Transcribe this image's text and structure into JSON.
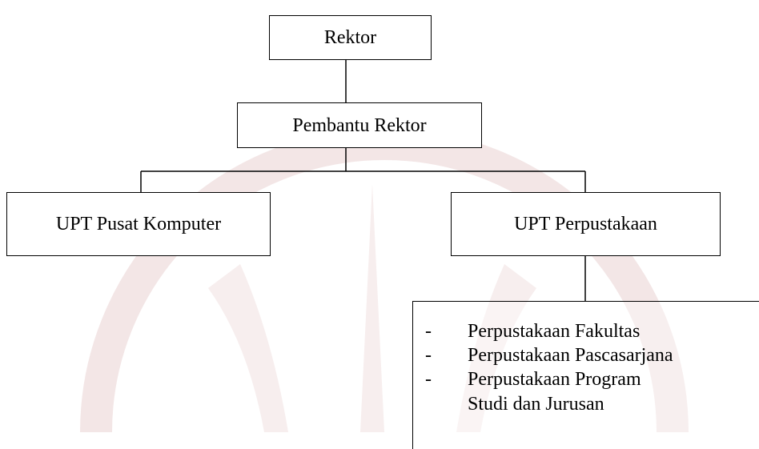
{
  "diagram": {
    "nodes": {
      "rektor": "Rektor",
      "pembantu_rektor": "Pembantu Rektor",
      "upt_pusat_komputer": "UPT Pusat Komputer",
      "upt_perpustakaan": "UPT Perpustakaan"
    },
    "perpustakaan_units": [
      {
        "bullet": "-",
        "label": "Perpustakaan Fakultas"
      },
      {
        "bullet": "-",
        "label": "Perpustakaan Pascasarjana"
      },
      {
        "bullet": "-",
        "label": "Perpustakaan Program"
      },
      {
        "bullet": "",
        "label": "Studi dan Jurusan"
      }
    ]
  },
  "colors": {
    "line": "#000000",
    "watermark": "#d8b4b4"
  }
}
